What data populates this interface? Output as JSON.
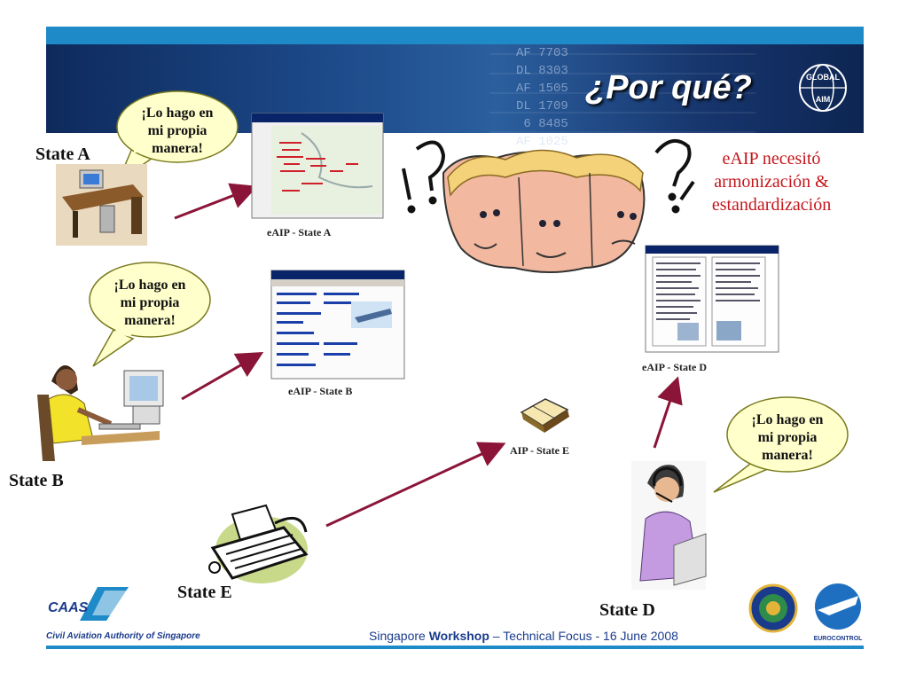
{
  "slide": {
    "title": "¿Por qué?",
    "logo_text": [
      "GLOBAL",
      "AIM"
    ],
    "reason": [
      "eAIP necesitó",
      "armonización &",
      "estandardización"
    ]
  },
  "bubble_text": [
    "¡Lo hago en",
    "mi propia",
    "manera!"
  ],
  "states": {
    "a": {
      "label": "State A",
      "caption": "eAIP -  State A"
    },
    "b": {
      "label": "State B",
      "caption": "eAIP -  State B"
    },
    "d": {
      "label": "State D",
      "caption": "eAIP -  State D"
    },
    "e": {
      "label": "State E",
      "caption": "AIP -  State E"
    }
  },
  "banner_board": "AF 7703\nDL 8303\nAF 1505\nDL 1709\n 6 8485\nAF 1025",
  "footer": {
    "prefix": "Singapore ",
    "bold": "Workshop",
    "suffix": " – Technical Focus - 16 June 2008",
    "caas_logo": "CAAS",
    "caas_full": "Civil Aviation Authority of Singapore",
    "eurocontrol": "EUROCONTROL"
  },
  "colors": {
    "accent_blue": "#1e8ac8",
    "banner_navy": "#12336b",
    "reason_red": "#c4161c",
    "arrow": "#8b1538",
    "bubble_fill": "#ffffcc"
  }
}
